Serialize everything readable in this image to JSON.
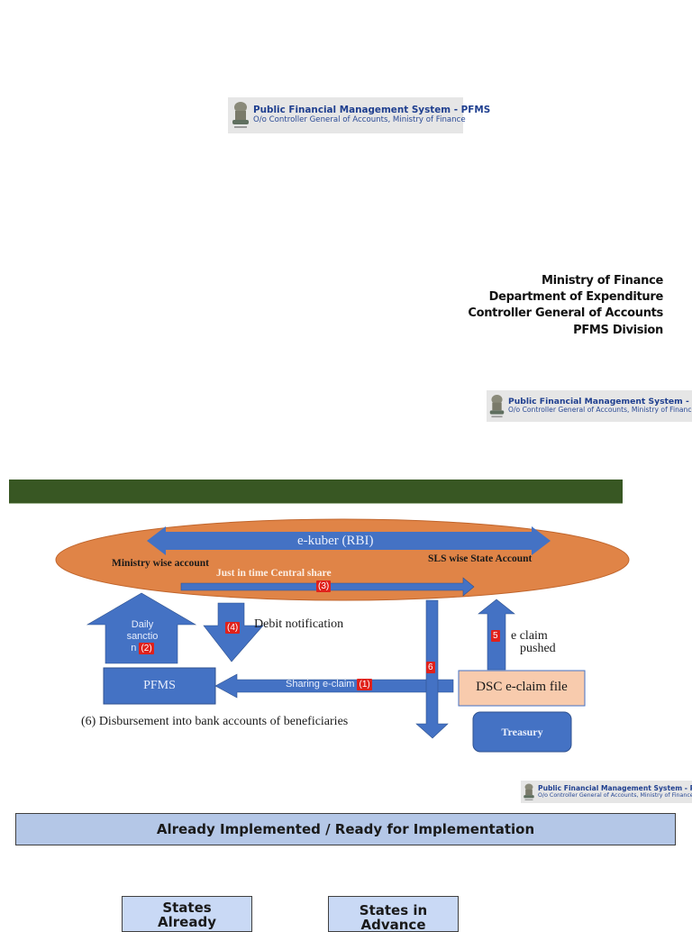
{
  "logo": {
    "title": "Public Financial Management System - PFMS",
    "subtitle": "O/o Controller General of Accounts, Ministry of Finance",
    "icon": "national-emblem-icon"
  },
  "ministry_block": {
    "lines": [
      "Ministry of Finance",
      "Department of Expenditure",
      "Controller General of Accounts",
      "PFMS Division"
    ]
  },
  "colors": {
    "green_bar": "#385723",
    "ellipse": "#e08447",
    "arrow_blue": "#4472c4",
    "badge_red": "#e0211b",
    "dsc_box": "#f8cbad",
    "header_fill": "#b4c7e7",
    "state_box_fill": "#c9d9f5"
  },
  "diagram": {
    "ekuber": "e-kuber (RBI)",
    "ministry_account": "Ministry wise account",
    "state_account": "SLS wise State Account",
    "jit_share": "Just in time Central share",
    "badge_3": "(3)",
    "daily_sanction": [
      "Daily",
      "sanctio",
      "n"
    ],
    "badge_2": "(2)",
    "badge_4": "(4)",
    "debit_notification": "Debit notification",
    "pfms": "PFMS",
    "sharing_eclaim": "Sharing e-claim",
    "badge_1": "(1)",
    "badge_6": "6",
    "badge_5": "5",
    "eclaim_pushed": [
      "e claim",
      "pushed"
    ],
    "dsc_file": "DSC e-claim file",
    "treasury": "Treasury",
    "disbursement": "(6) Disbursement into bank accounts of beneficiaries"
  },
  "section_header": "Already Implemented / Ready for Implementation",
  "state_boxes": [
    {
      "lines": [
        "States",
        "Already"
      ]
    },
    {
      "lines": [
        "States in",
        "Advance"
      ]
    }
  ]
}
